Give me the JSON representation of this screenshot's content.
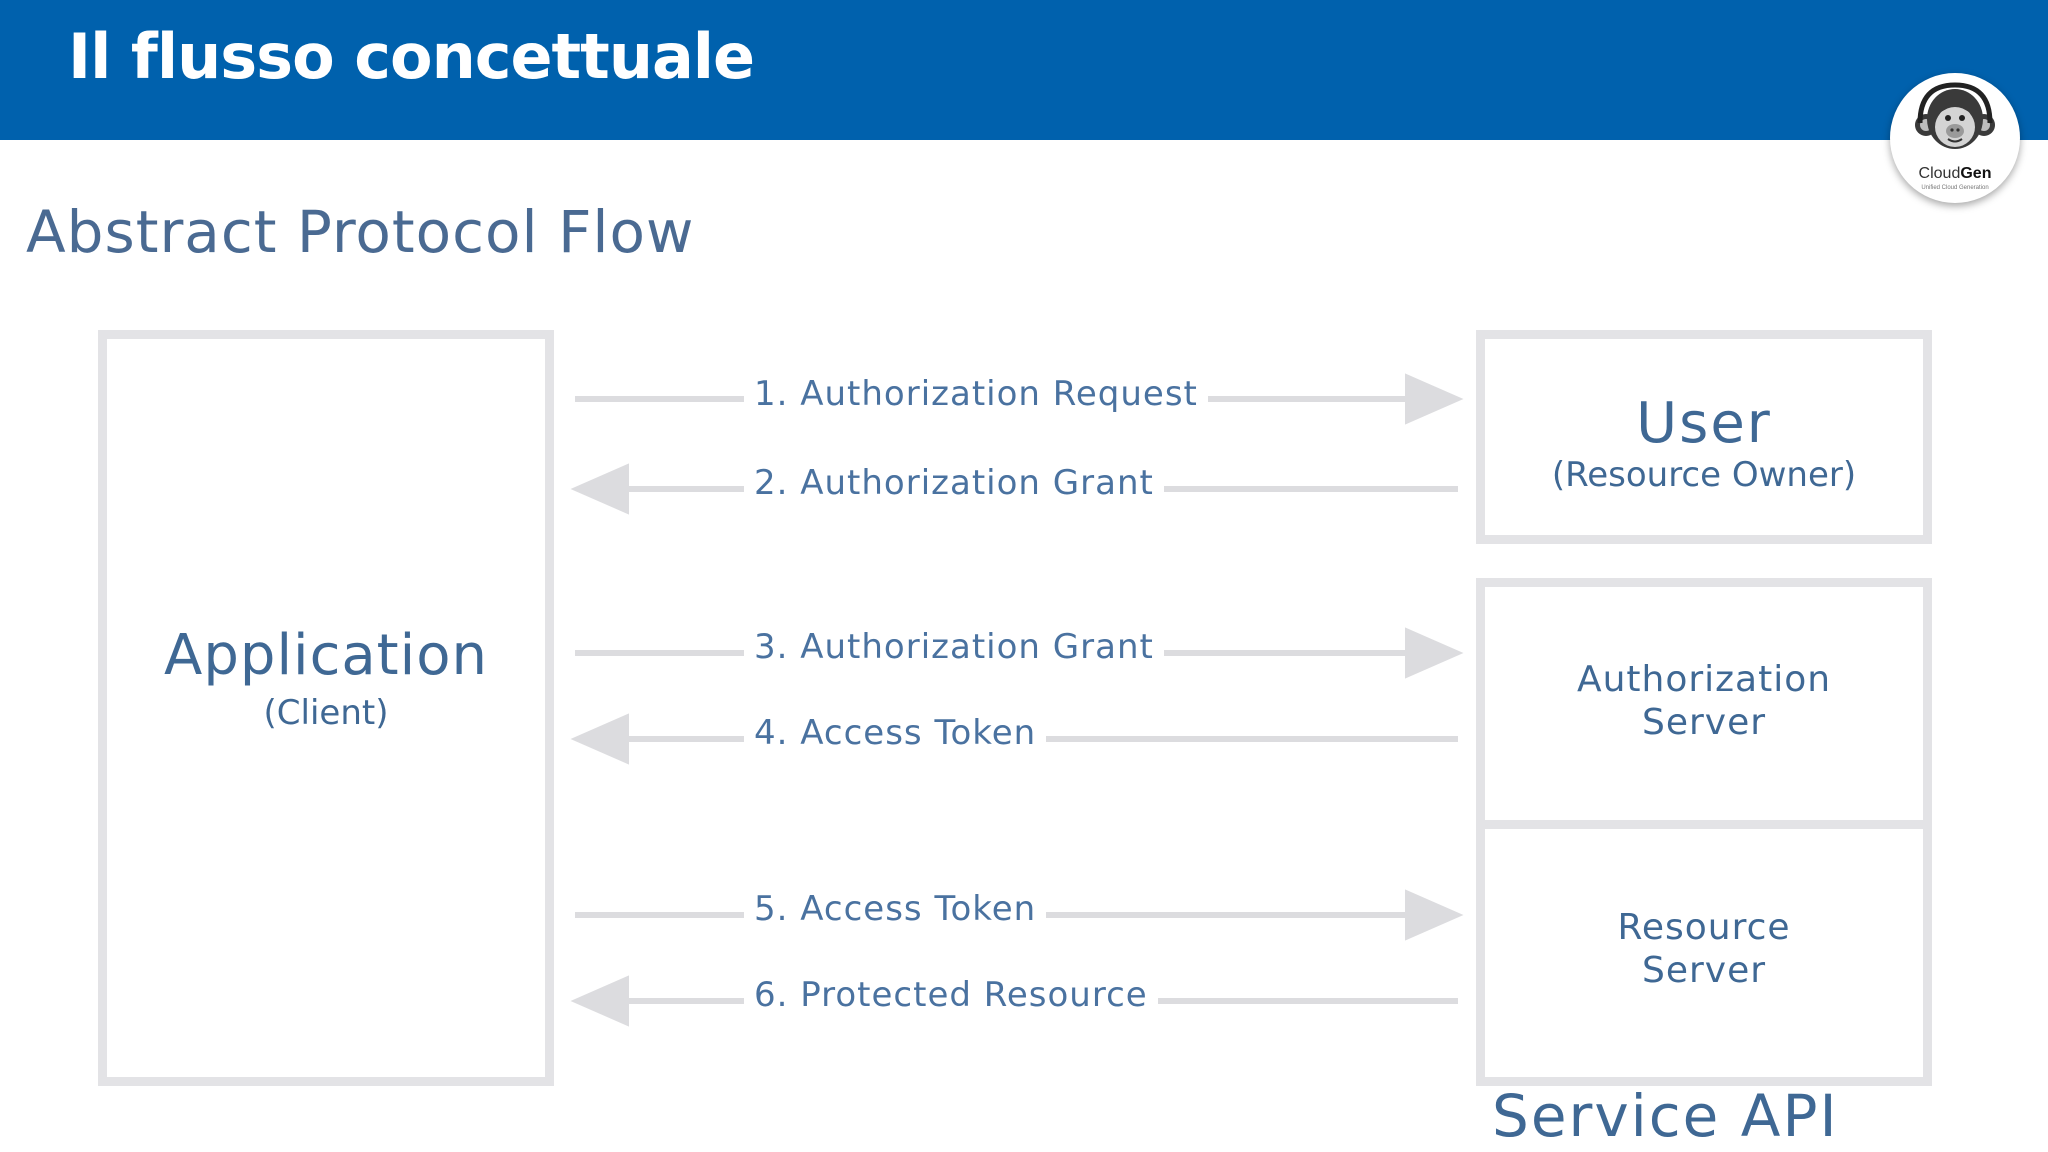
{
  "header": {
    "title": "Il flusso concettuale",
    "background": "#0061ad"
  },
  "logo": {
    "brand_light": "Cloud",
    "brand_bold": "Gen",
    "tagline": "Unified Cloud Generation"
  },
  "diagram": {
    "title": "Abstract Protocol Flow",
    "client": {
      "name": "Application",
      "role": "(Client)"
    },
    "user": {
      "name": "User",
      "role": "(Resource Owner)"
    },
    "auth_server": {
      "line1": "Authorization",
      "line2": "Server"
    },
    "resource_server": {
      "line1": "Resource",
      "line2": "Server"
    },
    "service_group_label": "Service API",
    "steps": [
      {
        "label": "1. Authorization Request",
        "direction": "right"
      },
      {
        "label": "2. Authorization Grant",
        "direction": "left"
      },
      {
        "label": "3. Authorization Grant",
        "direction": "right"
      },
      {
        "label": "4. Access Token",
        "direction": "left"
      },
      {
        "label": "5. Access Token",
        "direction": "right"
      },
      {
        "label": "6. Protected Resource",
        "direction": "left"
      }
    ],
    "colors": {
      "text": "#3f6894",
      "box_border": "#e3e3e6",
      "arrow": "#dcdcdf"
    }
  }
}
